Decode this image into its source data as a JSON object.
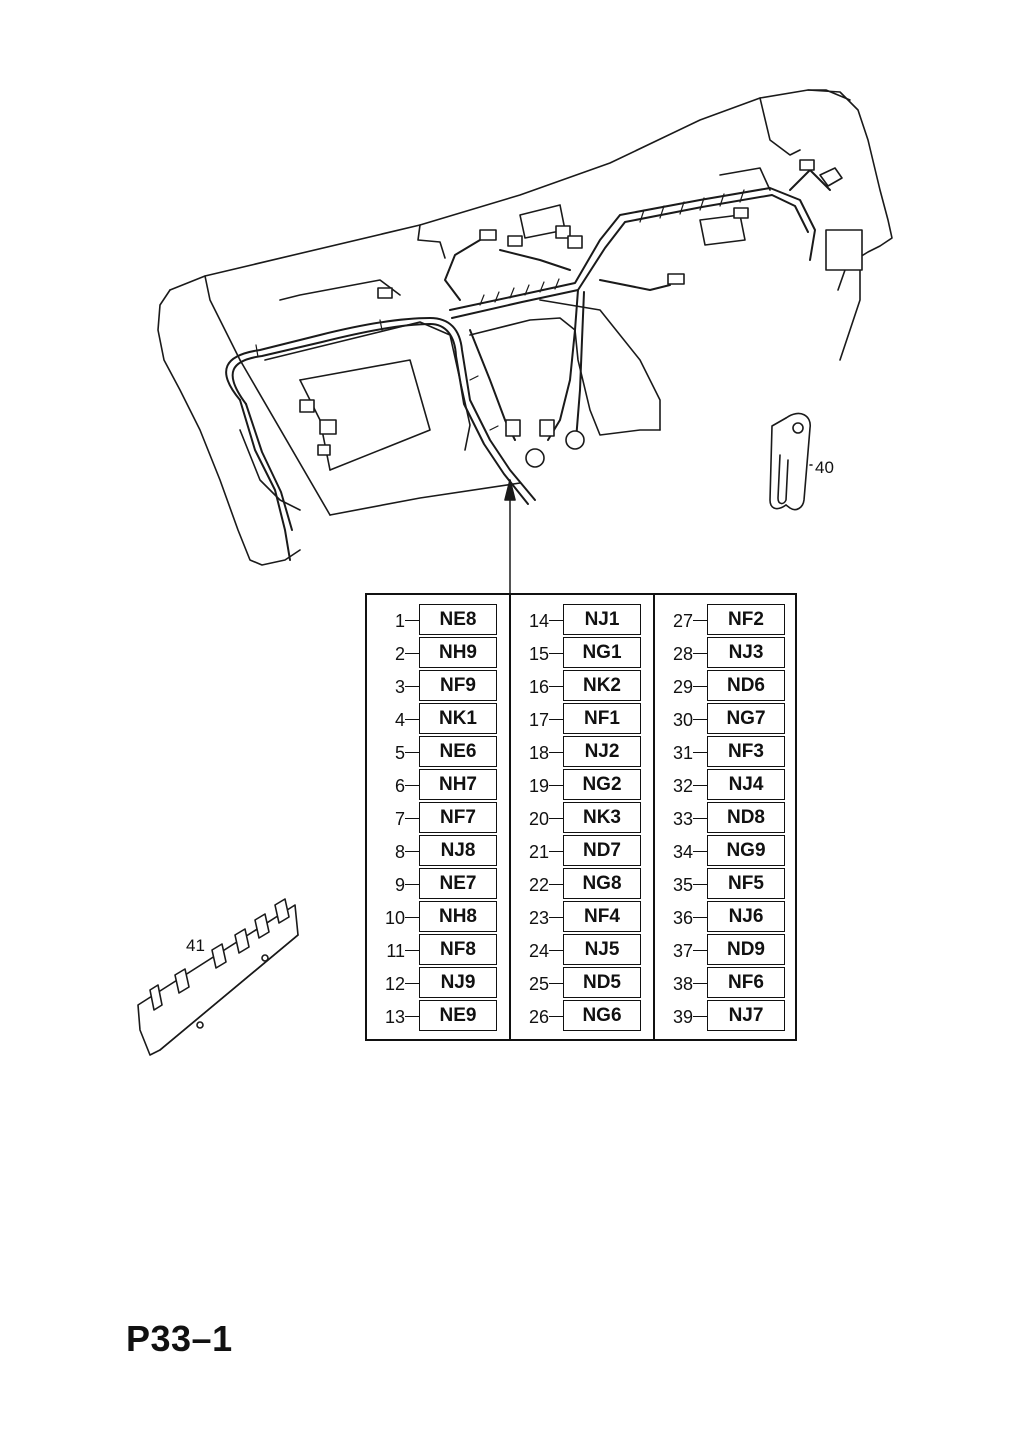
{
  "diagram": {
    "callouts": {
      "bracket": "40",
      "connector_plate": "41"
    },
    "page_ref": "P33–1"
  },
  "table": {
    "columns": [
      [
        {
          "n": "1",
          "code": "NE8"
        },
        {
          "n": "2",
          "code": "NH9"
        },
        {
          "n": "3",
          "code": "NF9"
        },
        {
          "n": "4",
          "code": "NK1"
        },
        {
          "n": "5",
          "code": "NE6"
        },
        {
          "n": "6",
          "code": "NH7"
        },
        {
          "n": "7",
          "code": "NF7"
        },
        {
          "n": "8",
          "code": "NJ8"
        },
        {
          "n": "9",
          "code": "NE7"
        },
        {
          "n": "10",
          "code": "NH8"
        },
        {
          "n": "11",
          "code": "NF8"
        },
        {
          "n": "12",
          "code": "NJ9"
        },
        {
          "n": "13",
          "code": "NE9"
        }
      ],
      [
        {
          "n": "14",
          "code": "NJ1"
        },
        {
          "n": "15",
          "code": "NG1"
        },
        {
          "n": "16",
          "code": "NK2"
        },
        {
          "n": "17",
          "code": "NF1"
        },
        {
          "n": "18",
          "code": "NJ2"
        },
        {
          "n": "19",
          "code": "NG2"
        },
        {
          "n": "20",
          "code": "NK3"
        },
        {
          "n": "21",
          "code": "ND7"
        },
        {
          "n": "22",
          "code": "NG8"
        },
        {
          "n": "23",
          "code": "NF4"
        },
        {
          "n": "24",
          "code": "NJ5"
        },
        {
          "n": "25",
          "code": "ND5"
        },
        {
          "n": "26",
          "code": "NG6"
        }
      ],
      [
        {
          "n": "27",
          "code": "NF2"
        },
        {
          "n": "28",
          "code": "NJ3"
        },
        {
          "n": "29",
          "code": "ND6"
        },
        {
          "n": "30",
          "code": "NG7"
        },
        {
          "n": "31",
          "code": "NF3"
        },
        {
          "n": "32",
          "code": "NJ4"
        },
        {
          "n": "33",
          "code": "ND8"
        },
        {
          "n": "34",
          "code": "NG9"
        },
        {
          "n": "35",
          "code": "NF5"
        },
        {
          "n": "36",
          "code": "NJ6"
        },
        {
          "n": "37",
          "code": "ND9"
        },
        {
          "n": "38",
          "code": "NF6"
        },
        {
          "n": "39",
          "code": "NJ7"
        }
      ]
    ]
  }
}
